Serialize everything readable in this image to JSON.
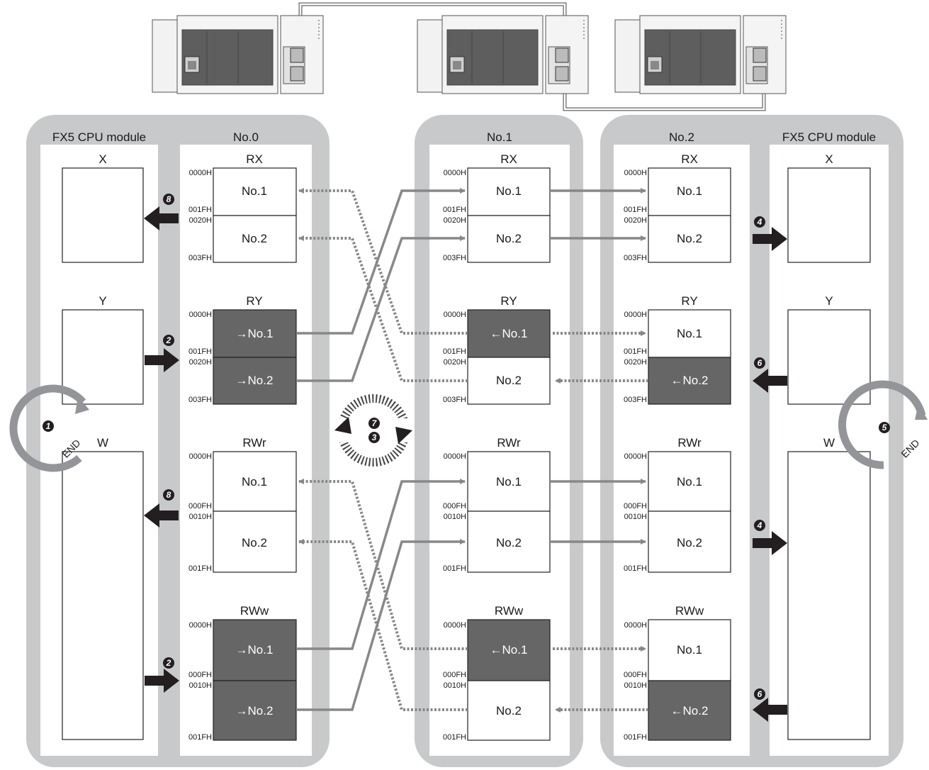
{
  "colors": {
    "panel": "#c8c9ca",
    "inner": "#ffffff",
    "dark_cell": "#666666",
    "arrow": "#888888",
    "black": "#231f20"
  },
  "headers": {
    "cpu_left": "FX5 CPU module",
    "station0": "No.0",
    "station1": "No.1",
    "station2": "No.2",
    "cpu_right": "FX5 CPU module"
  },
  "cpu_devices": {
    "x": "X",
    "y": "Y",
    "w": "W"
  },
  "end_label": "END",
  "groups": [
    {
      "name": "RX",
      "addr": [
        "0000H",
        "001FH",
        "0020H",
        "003FH"
      ]
    },
    {
      "name": "RY",
      "addr": [
        "0000H",
        "001FH",
        "0020H",
        "003FH"
      ]
    },
    {
      "name": "RWr",
      "addr": [
        "0000H",
        "000FH",
        "0010H",
        "001FH"
      ]
    },
    {
      "name": "RWw",
      "addr": [
        "0000H",
        "000FH",
        "0010H",
        "001FH"
      ]
    }
  ],
  "cells": {
    "s0": [
      [
        "No.1",
        "No.2"
      ],
      [
        "→No.1",
        "→No.2"
      ],
      [
        "No.1",
        "No.2"
      ],
      [
        "→No.1",
        "→No.2"
      ]
    ],
    "s1": [
      [
        "No.1",
        "No.2"
      ],
      [
        "←No.1",
        "No.2"
      ],
      [
        "No.1",
        "No.2"
      ],
      [
        "←No.1",
        "No.2"
      ]
    ],
    "s2": [
      [
        "No.1",
        "No.2"
      ],
      [
        "No.1",
        "←No.2"
      ],
      [
        "No.1",
        "No.2"
      ],
      [
        "No.1",
        "←No.2"
      ]
    ]
  },
  "steps": {
    "n1": "1",
    "n2a": "2",
    "n2b": "2",
    "n3": "3",
    "n4a": "4",
    "n4b": "4",
    "n5": "5",
    "n6a": "6",
    "n6b": "6",
    "n7": "7",
    "n8a": "8",
    "n8b": "8"
  }
}
